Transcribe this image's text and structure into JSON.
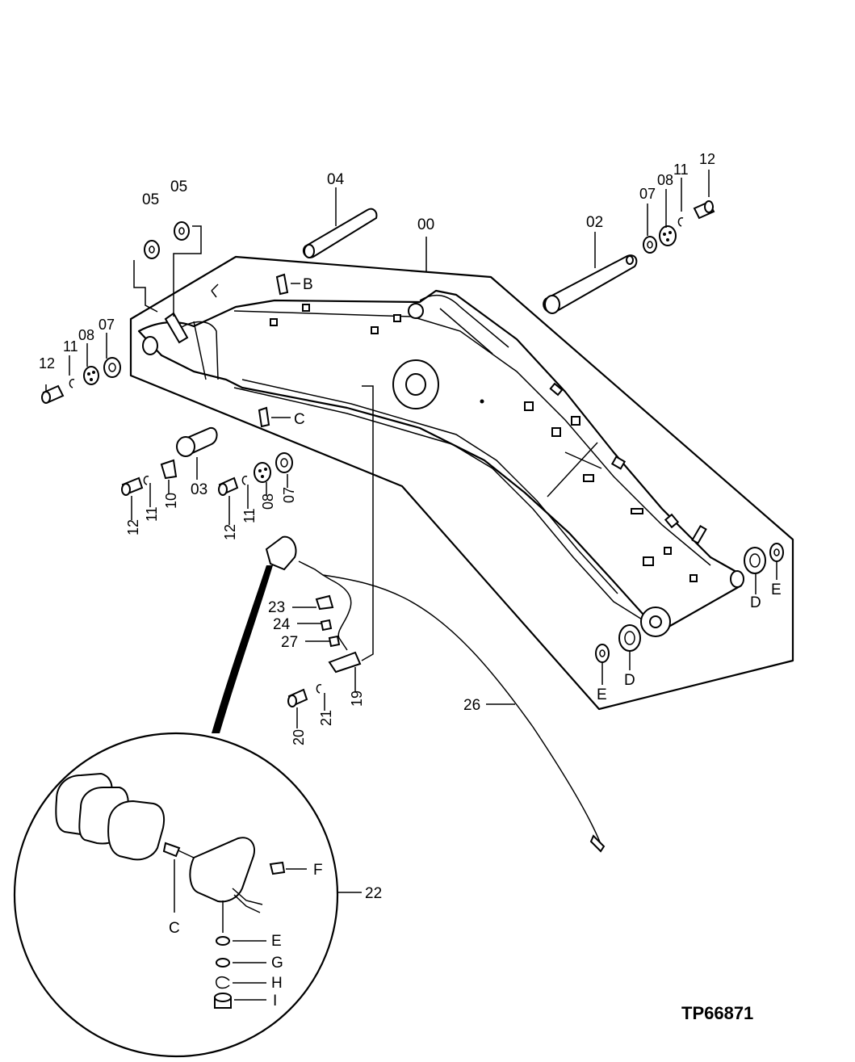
{
  "drawing_ref": "TP66871",
  "callouts": {
    "c00": "00",
    "c02": "02",
    "c03": "03",
    "c04": "04",
    "c05a": "05",
    "c05b": "05",
    "c07L": "07",
    "c07R": "07",
    "c07B": "07",
    "c08L": "08",
    "c08R": "08",
    "c08B": "08",
    "c10": "10",
    "c11L": "11",
    "c11R": "11",
    "c11B1": "11",
    "c11B2": "11",
    "c12L": "12",
    "c12R": "12",
    "c12B1": "12",
    "c12B2": "12",
    "c19": "19",
    "c20": "20",
    "c21": "21",
    "c22": "22",
    "c23": "23",
    "c24": "24",
    "c26": "26",
    "c27": "27",
    "cB": "B",
    "cC": "C",
    "cD1": "D",
    "cD2": "D",
    "cE1": "E",
    "cE2": "E"
  },
  "detail_callouts": {
    "F": "F",
    "C": "C",
    "E": "E",
    "G": "G",
    "H": "H",
    "I": "I"
  }
}
